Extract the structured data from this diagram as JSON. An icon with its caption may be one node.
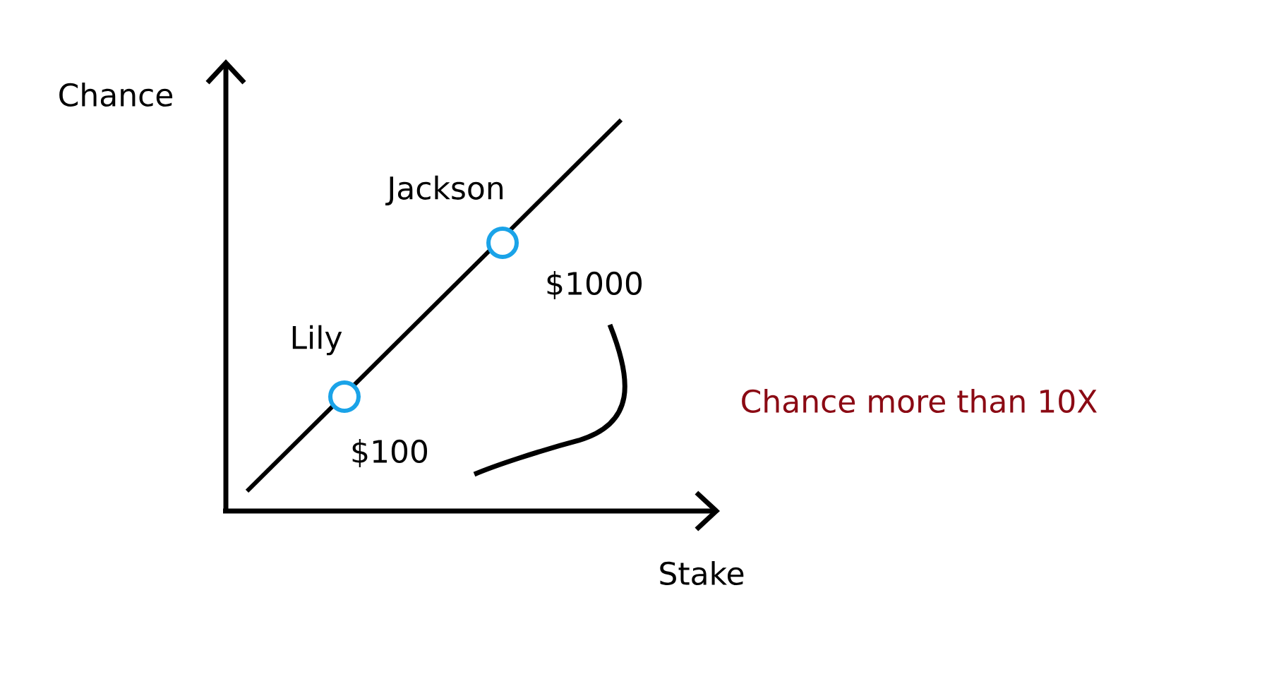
{
  "diagram": {
    "nodes": [
      {
        "text": [],
        "shape": "circle",
        "beside": [
          "Lily",
          "$100"
        ]
      },
      {
        "text": [],
        "shape": "circle",
        "beside": [
          "Jackson",
          "$1000"
        ]
      }
    ],
    "labels": [
      "Chance",
      "Chance more than 10X",
      "Stake"
    ]
  }
}
